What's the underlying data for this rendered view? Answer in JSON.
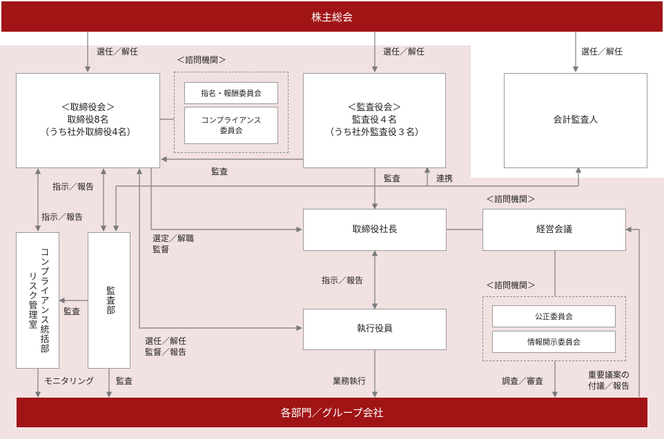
{
  "bars": {
    "top": "株主総会",
    "bottom": "各部門／グループ会社"
  },
  "board": {
    "line1": "＜取締役会＞",
    "line2": "取締役8名",
    "line3": "（うち社外取締役4名）"
  },
  "advisory_label": "＜諮問機関＞",
  "committee_nomination": "指名・報酬委員会",
  "committee_compliance": "コンプライアンス\n委員会",
  "auditors": {
    "line1": "＜監査役会＞",
    "line2": "監査役４名",
    "line3": "（うち社外監査役３名）"
  },
  "accounting_auditor": "会計監査人",
  "president": "取締役社長",
  "management_council": "経営会議",
  "executive_officers": "執行役員",
  "committee_fairness": "公正委員会",
  "committee_disclosure": "情報開示委員会",
  "compliance_office": "コンプライアンス統括部\nリスク管理室",
  "audit_dept": "監査部",
  "labels": {
    "elect_dismiss_1": "選任／解任",
    "elect_dismiss_2": "選任／解任",
    "elect_dismiss_3": "選任／解任",
    "audit_1": "監査",
    "audit_2": "監査",
    "audit_3": "監査",
    "audit_4": "監査",
    "cooperation": "連携",
    "instruct_report_1": "指示／報告",
    "instruct_report_2": "指示／報告",
    "instruct_report_3": "指示／報告",
    "appoint_dismiss_supervise": "選定／解職\n監督",
    "elect_dismiss_supervise_report": "選任／解任\n監督／報告",
    "monitoring": "モニタリング",
    "business_execution": "業務執行",
    "investigation_review": "調査／審査",
    "important_matters": "重要議案の\n付議／報告"
  },
  "colors": {
    "brand": "#a01416",
    "background": "#f2e1e1"
  }
}
